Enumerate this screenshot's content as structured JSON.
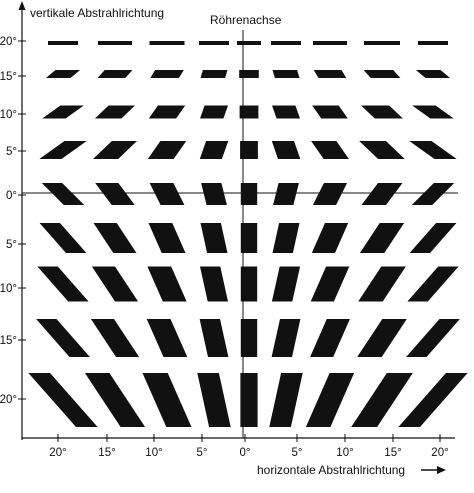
{
  "labels": {
    "vertical_axis": "vertikale Abstrahlrichtung",
    "tube_axis": "Röhrenachse",
    "horizontal_axis": "horizontale Abstrahlrichtung"
  },
  "vertical_ticks": [
    "20°",
    "15°",
    "10°",
    "5°",
    "0°",
    "5°",
    "10°",
    "15°",
    "20°"
  ],
  "horizontal_ticks": [
    "20°",
    "15°",
    "10°",
    "5°",
    "0°",
    "5°",
    "10°",
    "15°",
    "20°"
  ],
  "spot_color": "#111111"
}
